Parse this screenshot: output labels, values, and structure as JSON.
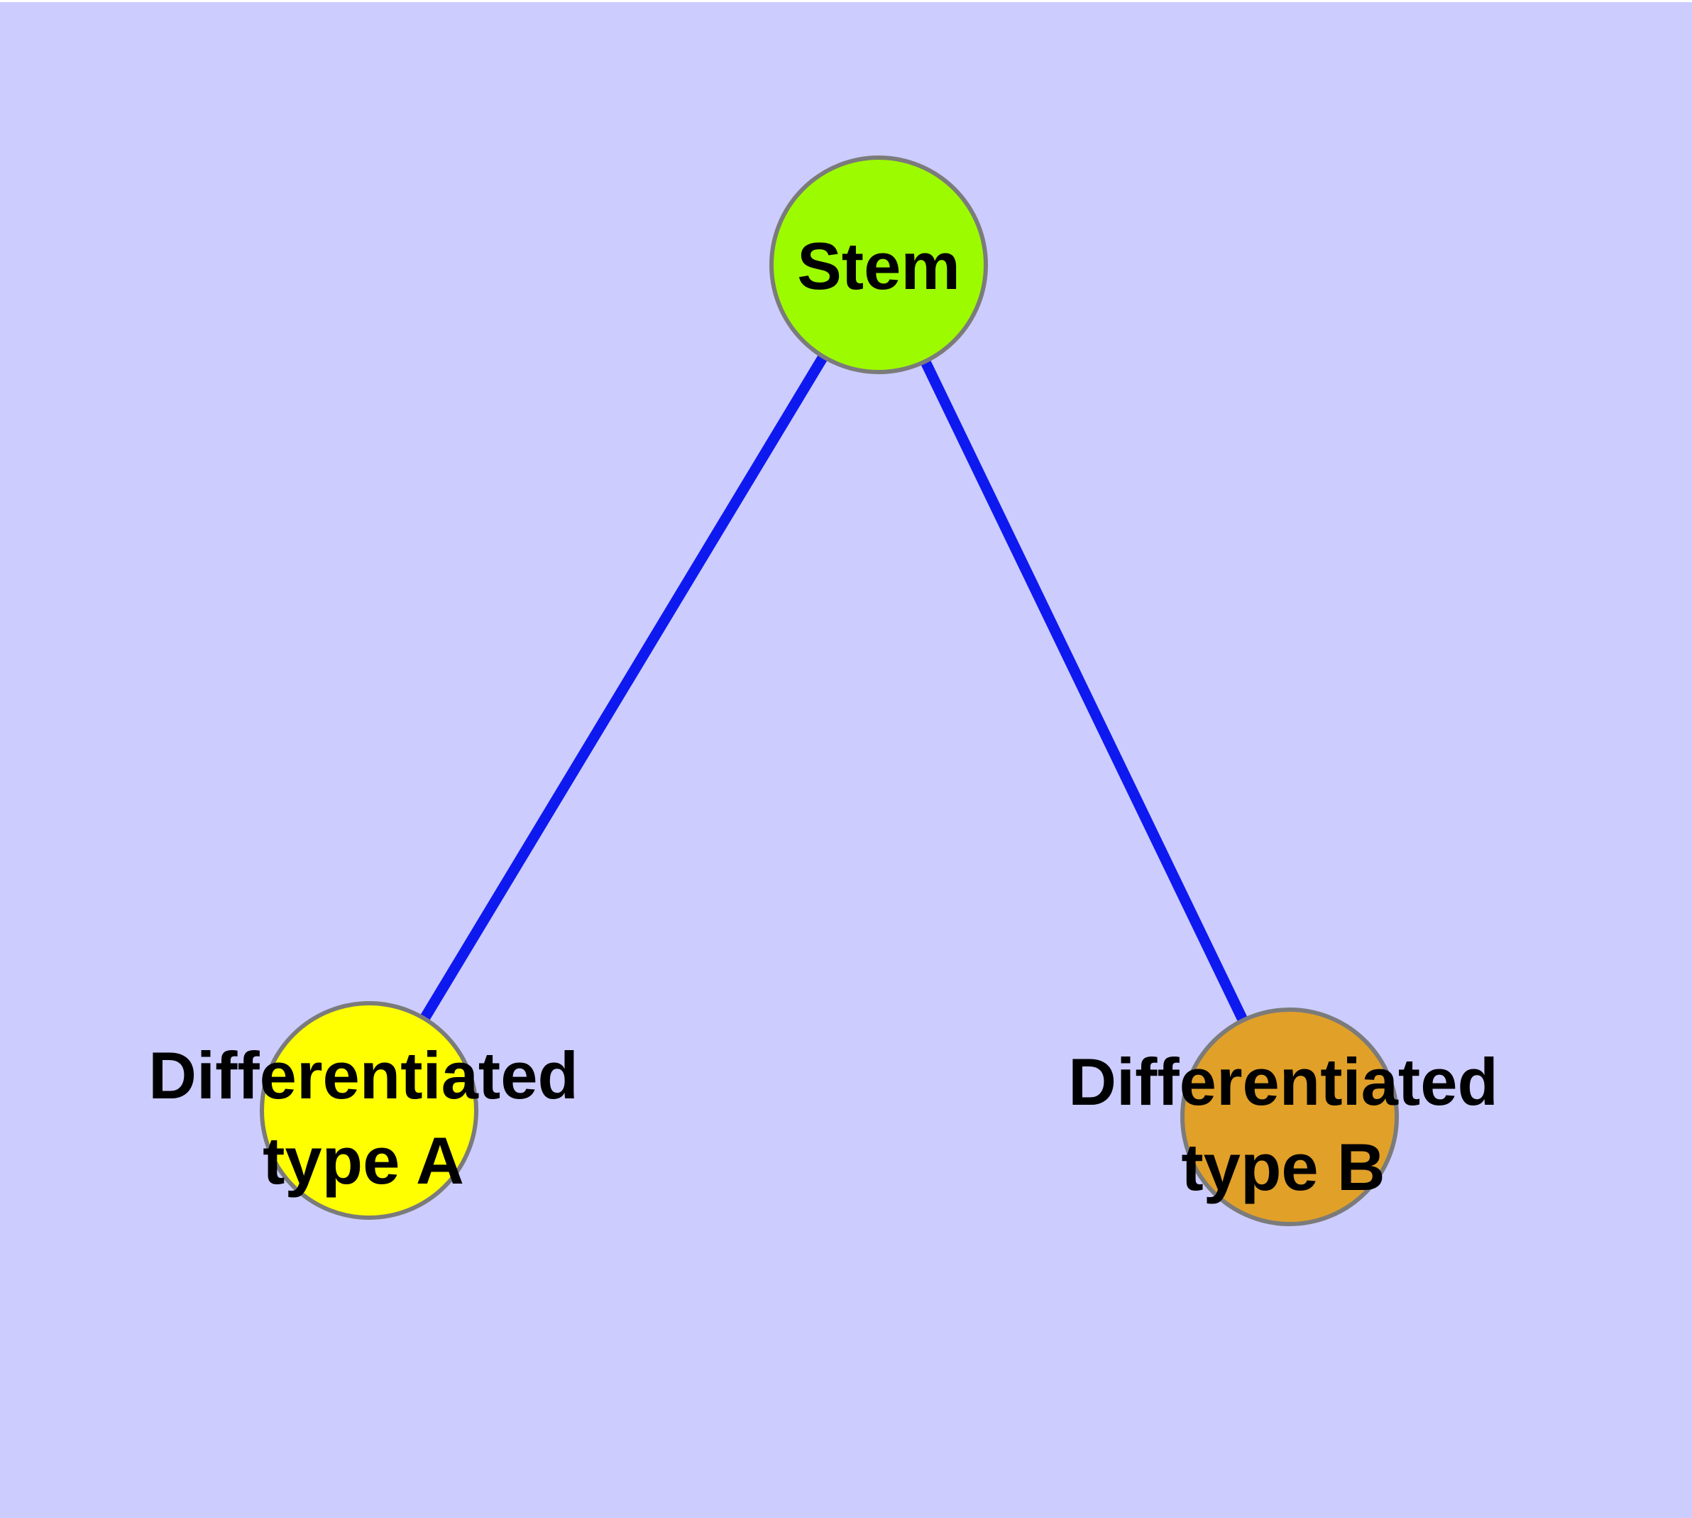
{
  "diagram": {
    "type": "graph",
    "page_background": "#ffffff",
    "background_color": "#ccccff",
    "edge_color": "#0e19f0",
    "node_border_color": "#7b7b7b",
    "text_color": "#000000",
    "nodes": [
      {
        "id": "stem",
        "label": "Stem",
        "lines": [
          "Stem"
        ],
        "fill": "#9dfb00"
      },
      {
        "id": "differentiated-type-a",
        "label": "Differentiated type A",
        "lines": [
          "Differentiated",
          "type A"
        ],
        "fill": "#ffff00"
      },
      {
        "id": "differentiated-type-b",
        "label": "Differentiated type B",
        "lines": [
          "Differentiated",
          "type B"
        ],
        "fill": "#e1a028"
      }
    ],
    "edges": [
      {
        "from": "Stem",
        "to": "Differentiated type A"
      },
      {
        "from": "Stem",
        "to": "Differentiated type B"
      }
    ]
  }
}
